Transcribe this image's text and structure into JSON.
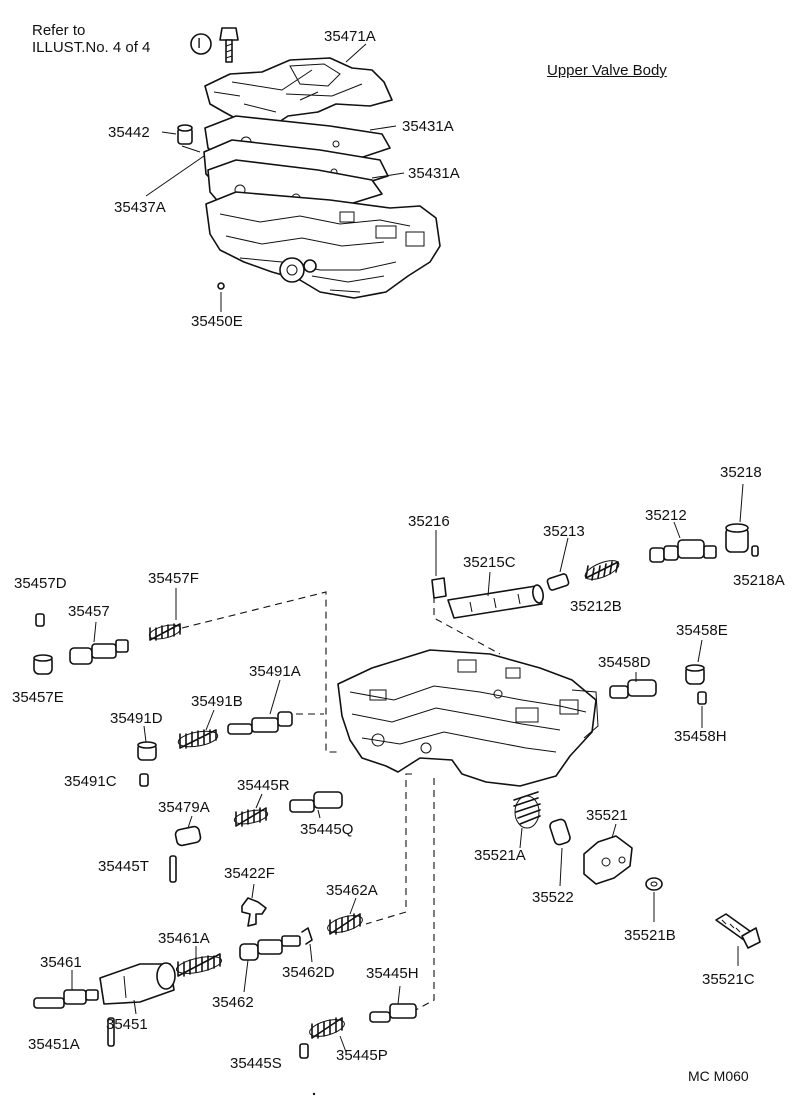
{
  "diagram": {
    "title": "Upper Valve Body",
    "reference_note": {
      "line1": "Refer to",
      "line2": "ILLUST.No. 4 of 4",
      "symbol": "I"
    },
    "figure_code": "MC  M060",
    "part_labels": [
      "35471A",
      "35442",
      "35431A",
      "35431A",
      "35437A",
      "35450E",
      "35218",
      "35216",
      "35213",
      "35212",
      "35215C",
      "35212B",
      "35218A",
      "35457D",
      "35457F",
      "35457",
      "35457E",
      "35458E",
      "35458D",
      "35458H",
      "35491A",
      "35491B",
      "35491D",
      "35491C",
      "35445R",
      "35479A",
      "35445Q",
      "35445T",
      "35521",
      "35521A",
      "35522",
      "35521B",
      "35521C",
      "35422F",
      "35462A",
      "35461A",
      "35461",
      "35462D",
      "35462",
      "35451",
      "35451A",
      "35445H",
      "35445S",
      "35445P"
    ]
  }
}
